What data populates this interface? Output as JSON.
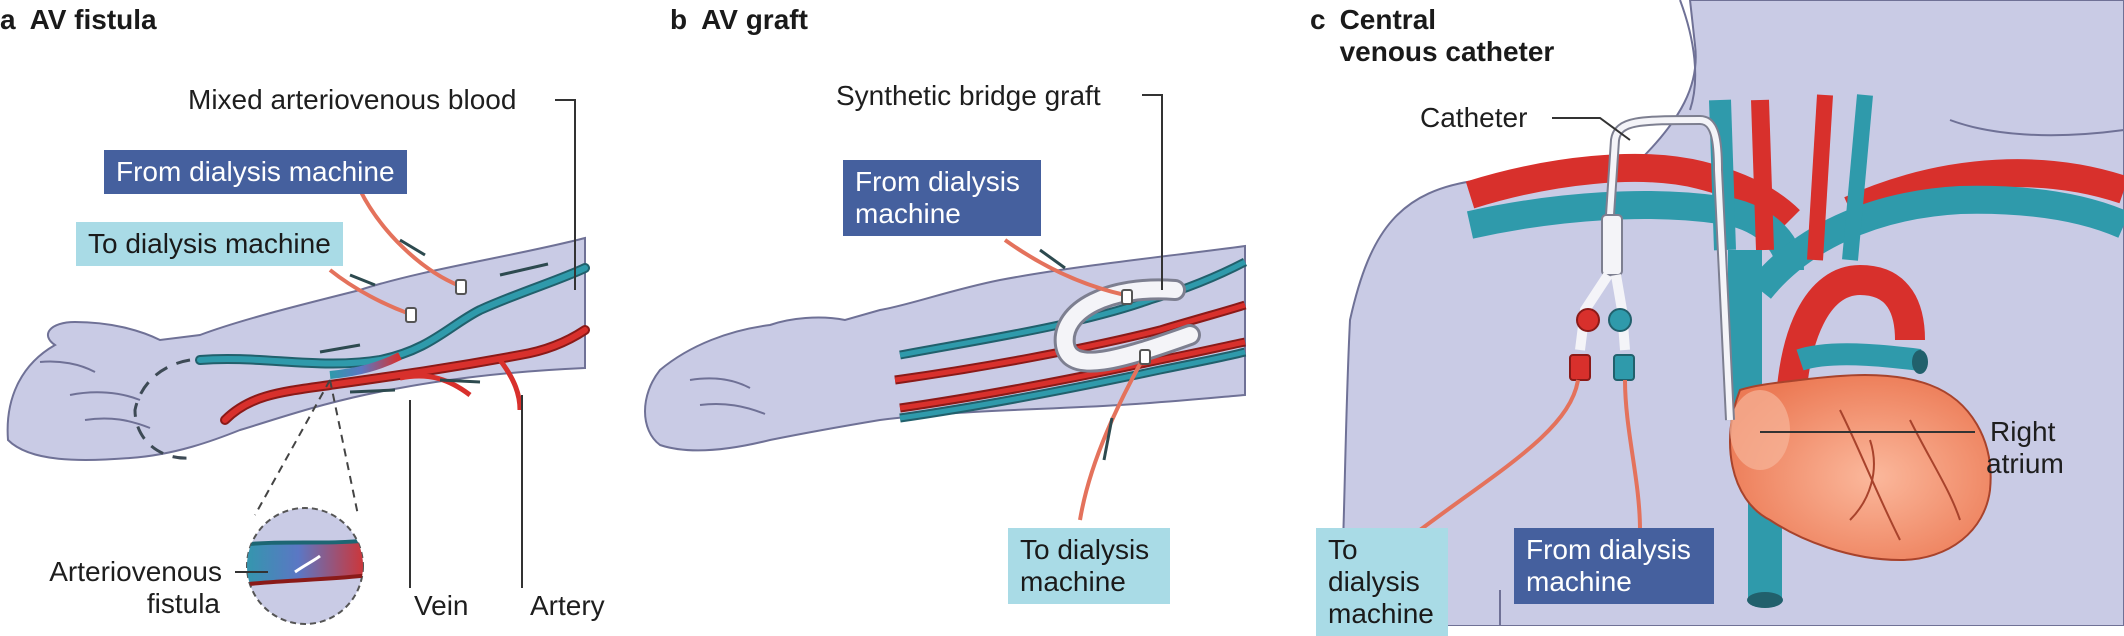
{
  "panels": {
    "a": {
      "letter": "a",
      "title": "AV fistula",
      "labels": {
        "mixed": "Mixed arteriovenous blood",
        "from_machine": "From dialysis machine",
        "to_machine": "To dialysis machine",
        "fistula_line1": "Arteriovenous",
        "fistula_line2": "fistula",
        "vein": "Vein",
        "artery": "Artery"
      }
    },
    "b": {
      "letter": "b",
      "title": "AV graft",
      "labels": {
        "graft": "Synthetic bridge graft",
        "from_line1": "From dialysis",
        "from_line2": "machine",
        "to_line1": "To dialysis",
        "to_line2": "machine"
      }
    },
    "c": {
      "letter": "c",
      "title_line1": "Central",
      "title_line2": "venous catheter",
      "labels": {
        "catheter": "Catheter",
        "right_line1": "Right",
        "right_line2": "atrium",
        "to_line1": "To dialysis",
        "to_line2": "machine",
        "from_line1": "From dialysis",
        "from_line2": "machine"
      }
    }
  },
  "colors": {
    "skin": "#c9cbe5",
    "skin_outline": "#6f7196",
    "artery": "#d8302c",
    "vein": "#2f9aab",
    "box_dark": "#45609e",
    "box_light": "#a9dbe6",
    "heart": "#f08a66",
    "leader": "#333333"
  }
}
